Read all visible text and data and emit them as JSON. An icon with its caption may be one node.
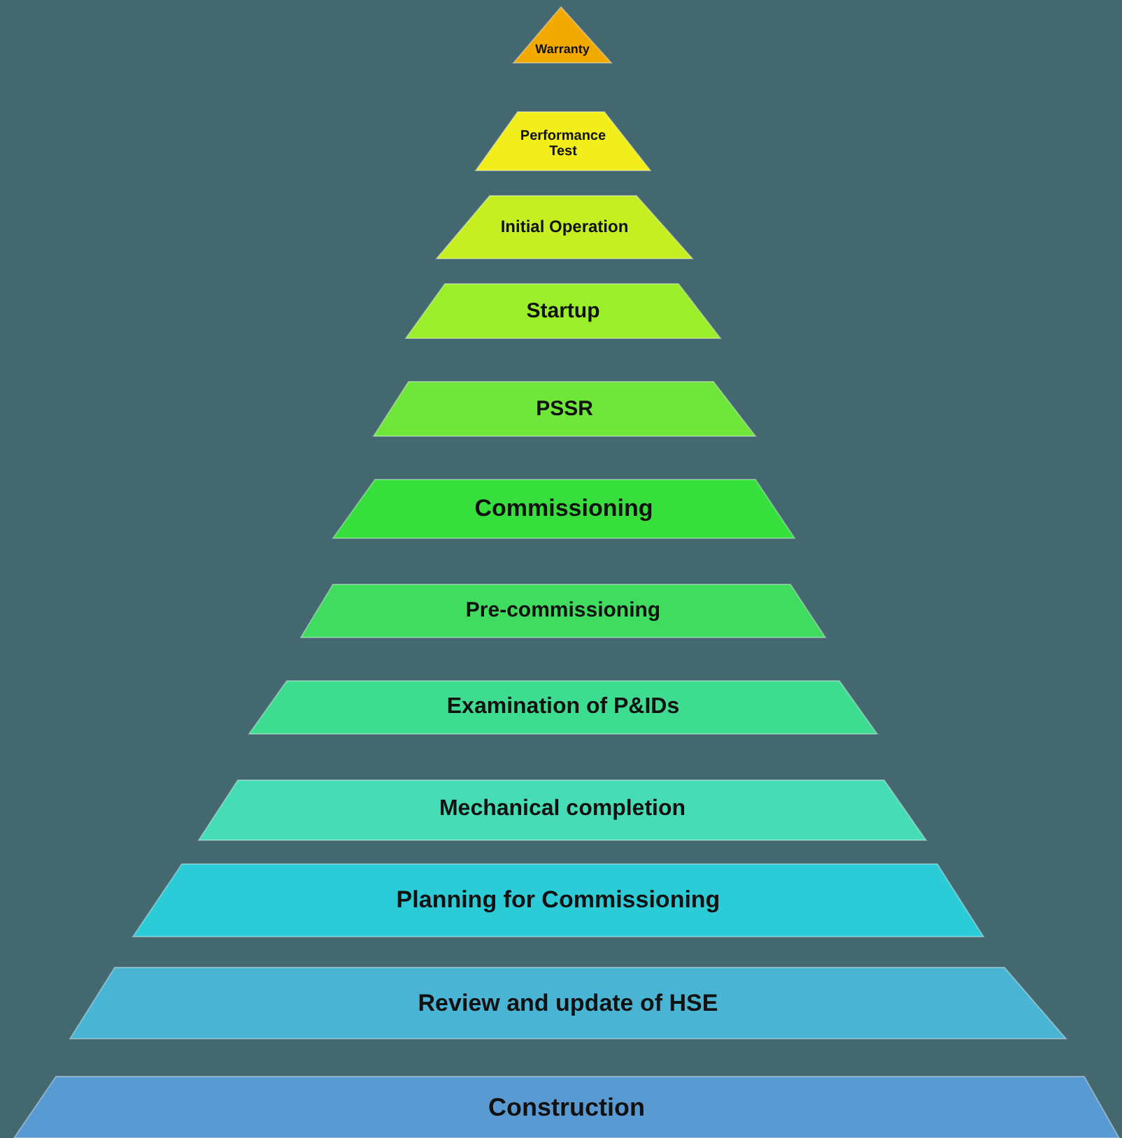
{
  "diagram": {
    "nodes": [
      {
        "text": [
          "Warranty"
        ]
      },
      {
        "text": [
          "Performance Test"
        ]
      },
      {
        "text": [
          "Initial Operation"
        ]
      },
      {
        "text": [
          "Startup"
        ]
      },
      {
        "text": [
          "PSSR"
        ]
      },
      {
        "text": [
          "Commissioning"
        ]
      },
      {
        "text": [
          "Pre-commissioning"
        ]
      },
      {
        "text": [
          "Examination of P&IDs"
        ]
      },
      {
        "text": [
          "Mechanical completion"
        ]
      },
      {
        "text": [
          "Planning for Commissioning"
        ]
      },
      {
        "text": [
          "Review and update of HSE"
        ]
      },
      {
        "text": [
          "Construction"
        ]
      }
    ]
  }
}
